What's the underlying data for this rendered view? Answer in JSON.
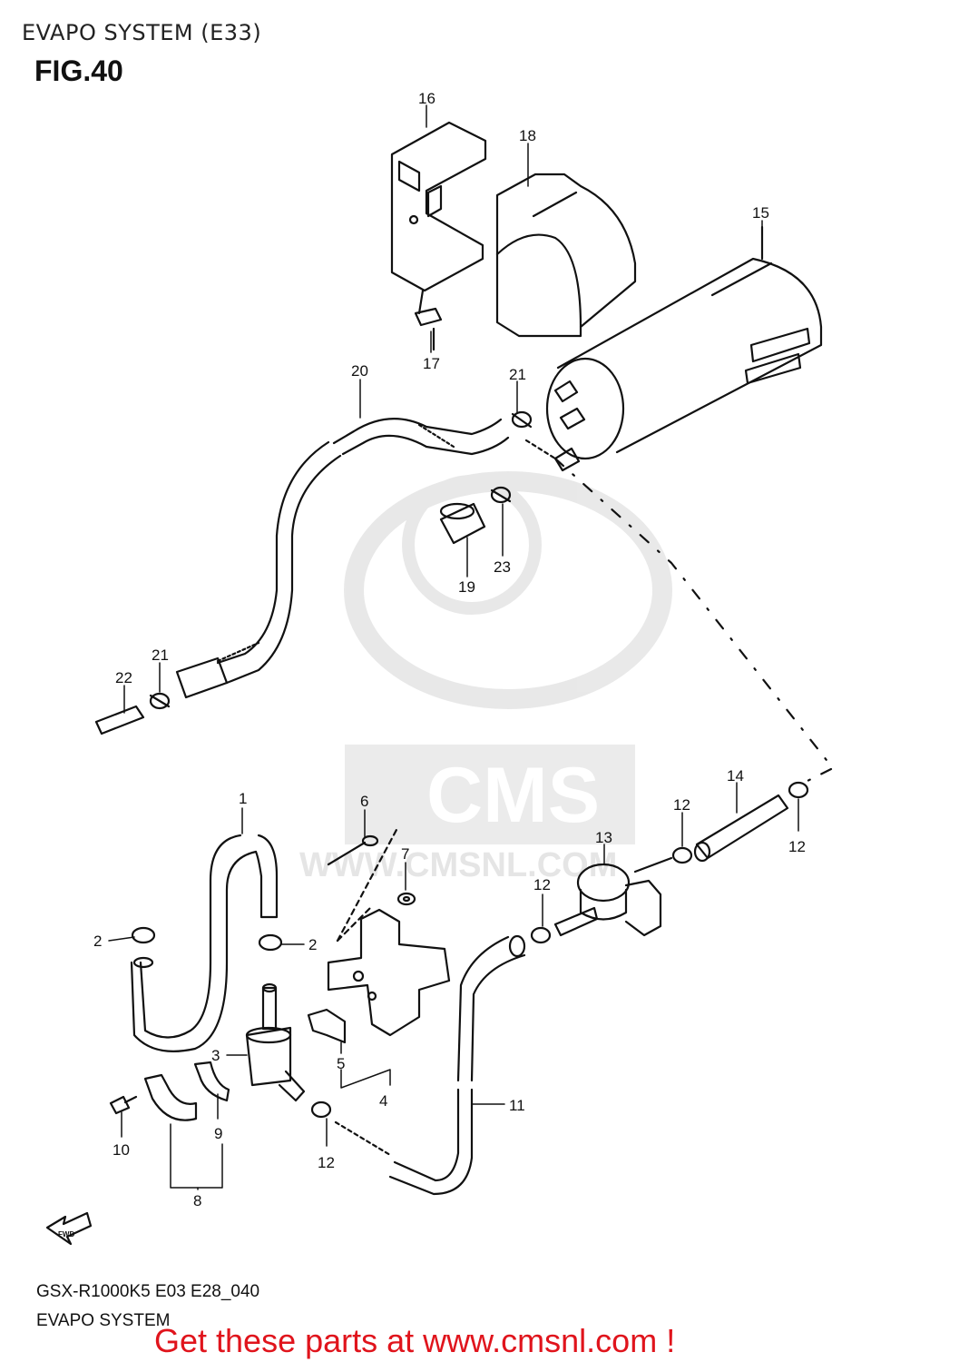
{
  "header": {
    "title": "EVAPO SYSTEM (E33)",
    "figure": "FIG.40"
  },
  "footer": {
    "model_code": "GSX-R1000K5 E03 E28_040",
    "subtitle": "EVAPO SYSTEM",
    "cta": "Get these parts at www.cmsnl.com !"
  },
  "watermark": {
    "logo_text": "CMS",
    "url_text": "WWW.CMSNL.COM"
  },
  "fwd_label": "FWD",
  "callouts": [
    "16",
    "18",
    "15",
    "17",
    "20",
    "21",
    "21",
    "23",
    "19",
    "22",
    "1",
    "6",
    "7",
    "2",
    "2",
    "3",
    "5",
    "4",
    "14",
    "12",
    "12",
    "13",
    "12",
    "11",
    "12",
    "10",
    "9",
    "8"
  ]
}
